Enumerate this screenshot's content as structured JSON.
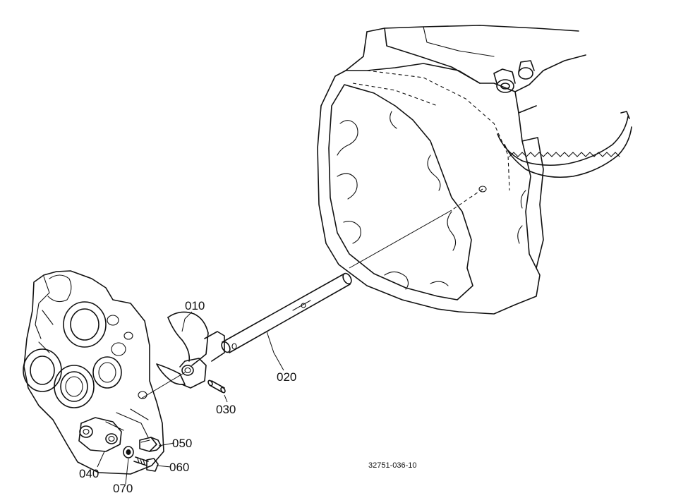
{
  "labels": {
    "p010": "010",
    "p020": "020",
    "p030": "030",
    "p040": "040",
    "p050": "050",
    "p060": "060",
    "p070": "070"
  },
  "drawing_number": "32751-036-10"
}
